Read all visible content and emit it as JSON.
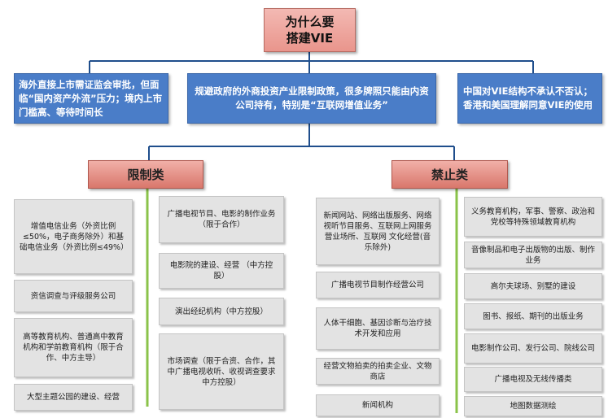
{
  "root": {
    "line1": "为什么要",
    "line2": "搭建VIE"
  },
  "reasons": [
    "海外直接上市需证监会审批，但面临“国内资产外流”压力；境内上市门槛高、等待时间长",
    "规避政府的外商投资产业限制政策，很多牌照只能由内资公司持有，特别是“互联网增值业务”",
    "中国对VIE结构不承认不否认；香港和美国理解同意VIE的使用"
  ],
  "restricted": {
    "title": "限制类",
    "left": [
      "增值电信业务（外资比例≤50%，电子商务除外）和基础电信业务（外资比例≤49%）",
      "资信调查与评级服务公司",
      "高等教育机构、普通高中教育机构和学前教育机构（限于合作、中方主导）",
      "大型主题公园的建设、经营"
    ],
    "right": [
      "广播电视节目、电影的制作业务（限于合作）",
      "电影院的建设、经营 （中方控股）",
      "演出经纪机构（中方控股）",
      "市场调查（限于合资、合作，其中广播电视收听、收视调查要求中方控股）"
    ]
  },
  "prohibited": {
    "title": "禁止类",
    "left": [
      "新闻网站、网络出版服务、网络视听节目服务、互联网上网服务营业场所、互联网 文化经营(音乐除外)",
      "广播电视节目制作经营公司",
      "人体干细胞、基因诊断与治疗技术开发和应用",
      "经营文物拍卖的拍卖企业、文物商店",
      "新闻机构"
    ],
    "right": [
      "义务教育机构，军事、警察、政治和党校等特殊领域教育机构",
      "音像制品和电子出版物的出版、制作业务",
      "高尔夫球场、别墅的建设",
      "图书、报纸、期刊的出版业务",
      "电影制作公司、发行公司、院线公司",
      "广播电视及无线传播类",
      "地图数据测绘"
    ]
  },
  "colors": {
    "accent": "#4a7dc8",
    "connector": "#1f4e8c",
    "spine": "#8bc34a",
    "category": "#e9958c"
  }
}
